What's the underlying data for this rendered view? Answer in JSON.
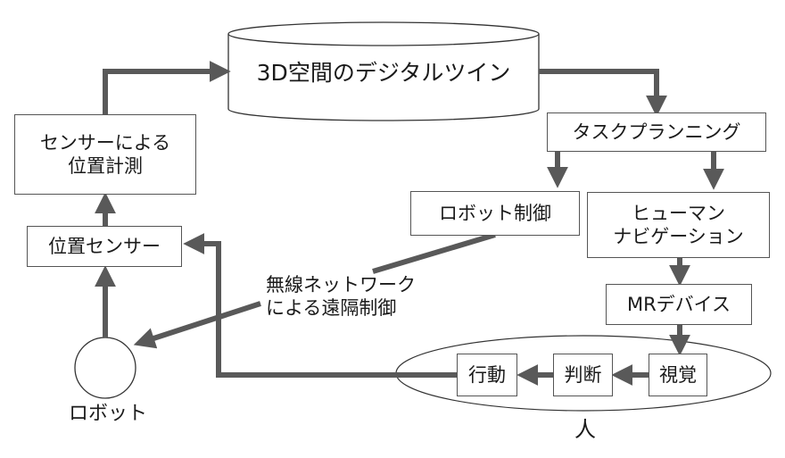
{
  "nodes": {
    "digital_twin": "3D空間のデジタルツイン",
    "sensor_measurement": "センサーによる\n位置計測",
    "position_sensor": "位置センサー",
    "task_planning": "タスクプランニング",
    "robot_control": "ロボット制御",
    "human_navigation": "ヒューマン\nナビゲーション",
    "mr_device": "MRデバイス",
    "vision": "視覚",
    "judgment": "判断",
    "action": "行動"
  },
  "labels": {
    "wireless": "無線ネットワーク\nによる遠隔制御",
    "robot": "ロボット",
    "human": "人"
  },
  "colors": {
    "arrow": "#595959",
    "border": "#555555"
  }
}
